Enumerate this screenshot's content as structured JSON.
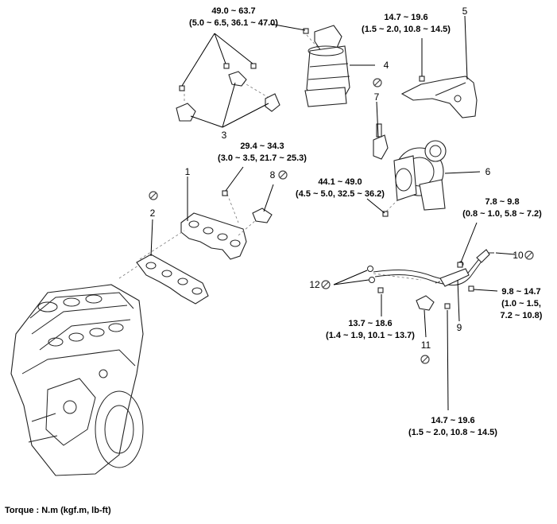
{
  "torques": {
    "t1": {
      "line1": "49.0 ~ 63.7",
      "line2": "(5.0 ~ 6.5, 36.1 ~ 47.0)"
    },
    "t2": {
      "line1": "14.7 ~ 19.6",
      "line2": "(1.5 ~ 2.0, 10.8 ~ 14.5)"
    },
    "t3": {
      "line1": "29.4 ~ 34.3",
      "line2": "(3.0 ~ 3.5, 21.7 ~ 25.3)"
    },
    "t4": {
      "line1": "44.1 ~ 49.0",
      "line2": "(4.5 ~ 5.0, 32.5 ~ 36.2)"
    },
    "t5": {
      "line1": "7.8 ~ 9.8",
      "line2": "(0.8 ~ 1.0, 5.8 ~ 7.2)"
    },
    "t6": {
      "line1": "9.8 ~ 14.7",
      "line2": "(1.0 ~ 1.5,",
      "line3": "7.2 ~ 10.8)"
    },
    "t7": {
      "line1": "13.7 ~ 18.6",
      "line2": "(1.4 ~ 1.9, 10.1 ~ 13.7)"
    },
    "t8": {
      "line1": "14.7 ~ 19.6",
      "line2": "(1.5 ~ 2.0, 10.8 ~ 14.5)"
    }
  },
  "callouts": [
    "1",
    "2",
    "3",
    "4",
    "5",
    "6",
    "7",
    "8",
    "9",
    "10",
    "11",
    "12"
  ],
  "footer": "Torque : N.m (kgf.m, lb-ft)",
  "icons": {
    "replace": "no-reuse-icon"
  }
}
